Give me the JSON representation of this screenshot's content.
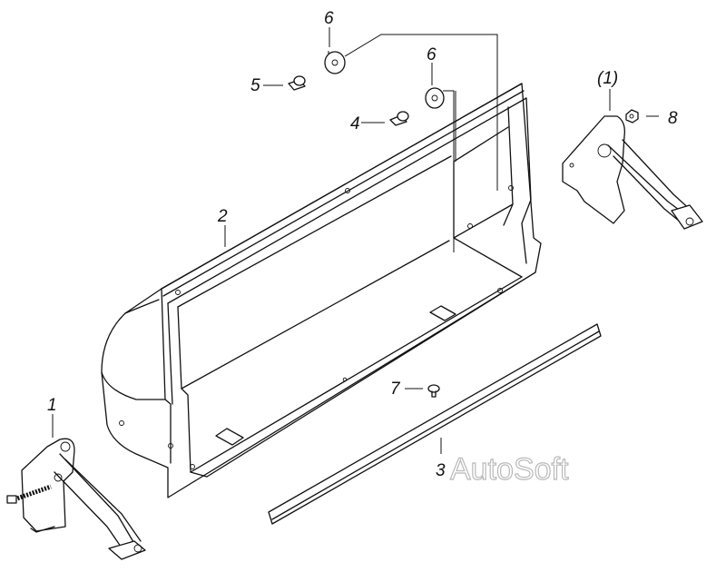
{
  "labels": {
    "part_1": "1",
    "part_1_ref": "(1)",
    "part_2": "2",
    "part_3": "3",
    "part_4": "4",
    "part_5": "5",
    "part_6a": "6",
    "part_6b": "6",
    "part_7": "7",
    "part_8": "8"
  },
  "watermark": "AutoSoft"
}
